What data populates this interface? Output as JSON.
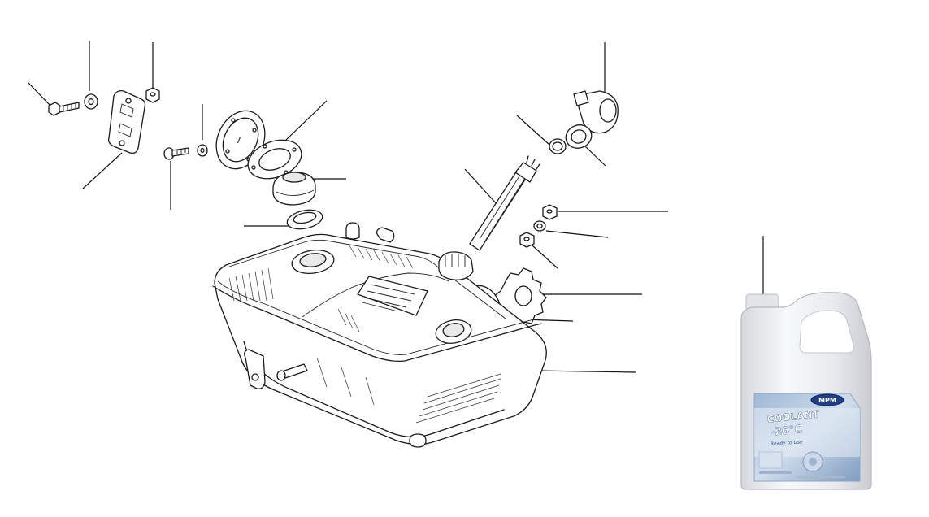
{
  "bottle": {
    "brand": "MPM",
    "product": "COOLANT",
    "rating": "-26°C",
    "tagline": "Ready to Use"
  }
}
